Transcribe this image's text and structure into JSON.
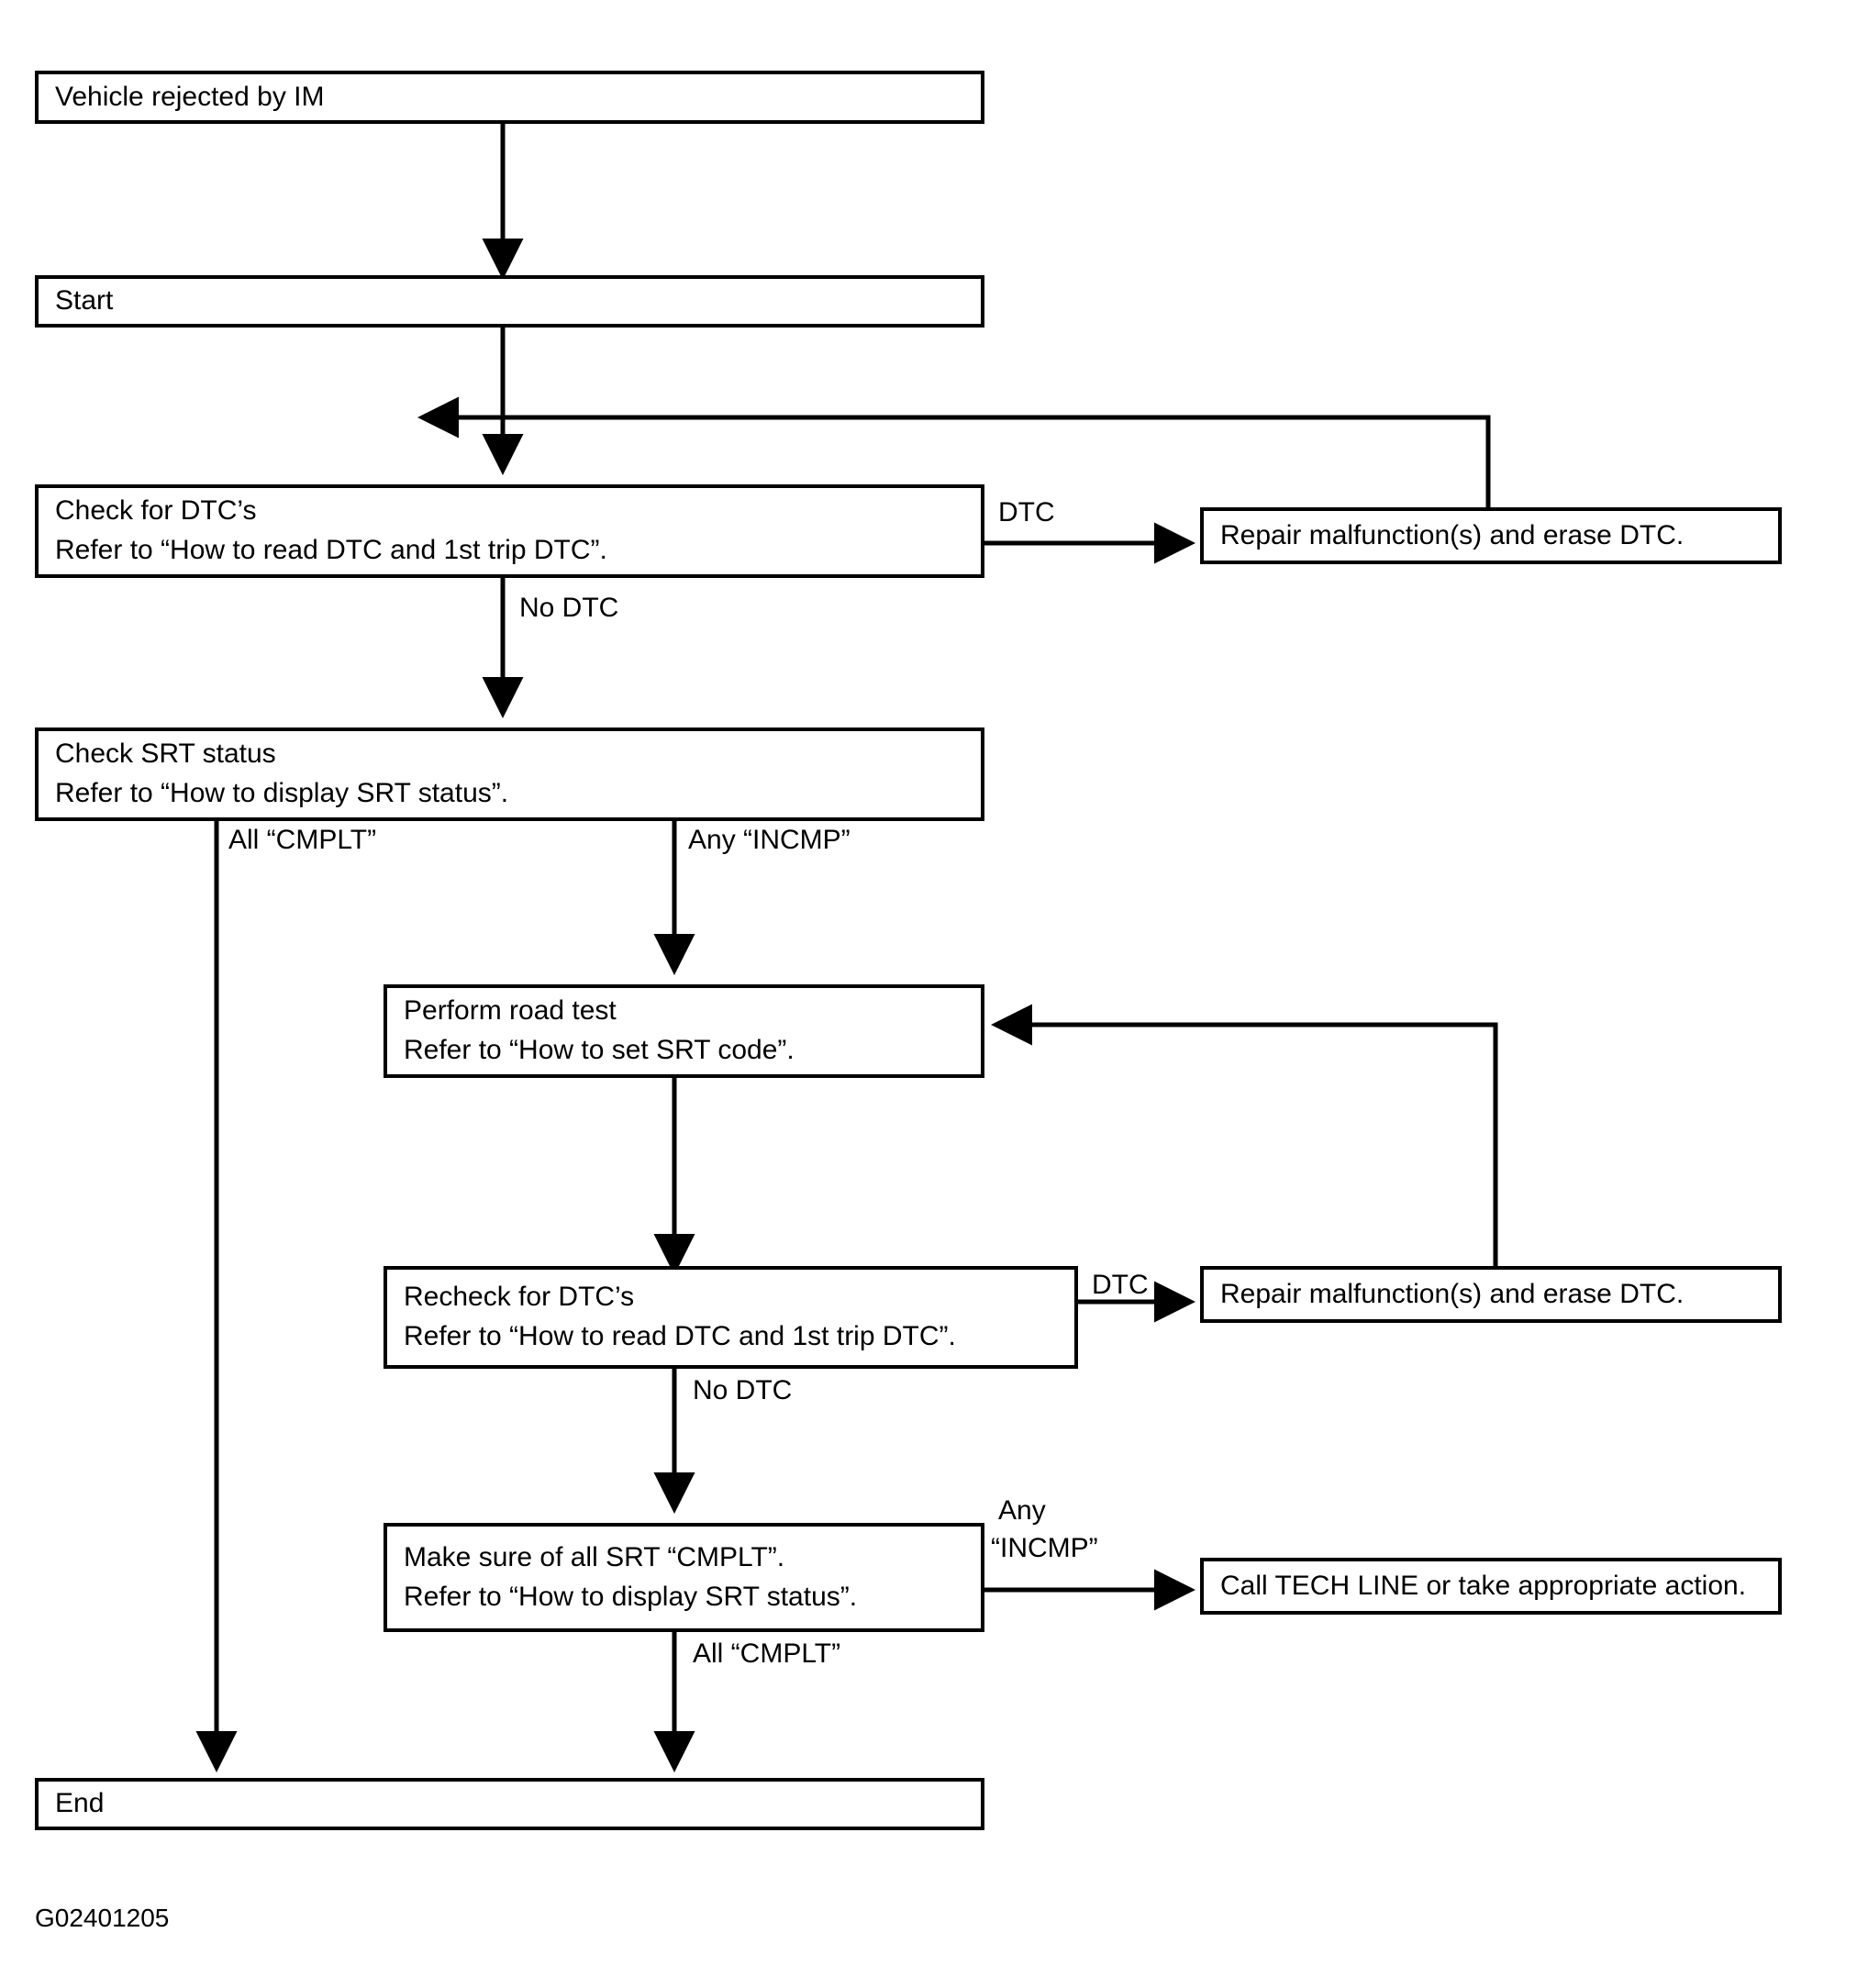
{
  "diagram": {
    "title_id": "G02401205",
    "nodes": [
      {
        "id": "vehicle_rejected",
        "lines": [
          "Vehicle rejected by IM"
        ]
      },
      {
        "id": "start",
        "lines": [
          "Start"
        ]
      },
      {
        "id": "check_dtc",
        "lines": [
          "Check for DTC’s",
          "Refer to “How to read DTC and 1st trip DTC”."
        ]
      },
      {
        "id": "repair_1",
        "lines": [
          "Repair malfunction(s) and erase DTC."
        ]
      },
      {
        "id": "check_srt",
        "lines": [
          "Check SRT status",
          "Refer to “How to display SRT status”."
        ]
      },
      {
        "id": "road_test",
        "lines": [
          "Perform road test",
          "Refer to “How to set SRT code”."
        ]
      },
      {
        "id": "recheck_dtc",
        "lines": [
          "Recheck for DTC’s",
          "Refer to “How to read DTC and 1st trip DTC”."
        ]
      },
      {
        "id": "repair_2",
        "lines": [
          "Repair malfunction(s) and erase DTC."
        ]
      },
      {
        "id": "make_sure_srt",
        "lines": [
          "Make sure of all SRT “CMPLT”.",
          "Refer to “How to display SRT status”."
        ]
      },
      {
        "id": "call_tech_line",
        "lines": [
          "Call TECH LINE or take appropriate action."
        ]
      },
      {
        "id": "end",
        "lines": [
          "End"
        ]
      }
    ],
    "edge_labels": [
      {
        "id": "dtc_1",
        "text": "DTC"
      },
      {
        "id": "no_dtc_1",
        "text": "No DTC"
      },
      {
        "id": "all_cmplt_1",
        "text": "All “CMPLT”"
      },
      {
        "id": "any_incmp_1",
        "text": "Any “INCMP”"
      },
      {
        "id": "dtc_2",
        "text": "DTC"
      },
      {
        "id": "no_dtc_2",
        "text": "No DTC"
      },
      {
        "id": "any_incmp_2_l1",
        "text": "Any"
      },
      {
        "id": "any_incmp_2_l2",
        "text": "“INCMP”"
      },
      {
        "id": "all_cmplt_2",
        "text": "All “CMPLT”"
      }
    ],
    "colors": {
      "stroke": "#000000",
      "background": "#ffffff",
      "text": "#000000"
    }
  }
}
